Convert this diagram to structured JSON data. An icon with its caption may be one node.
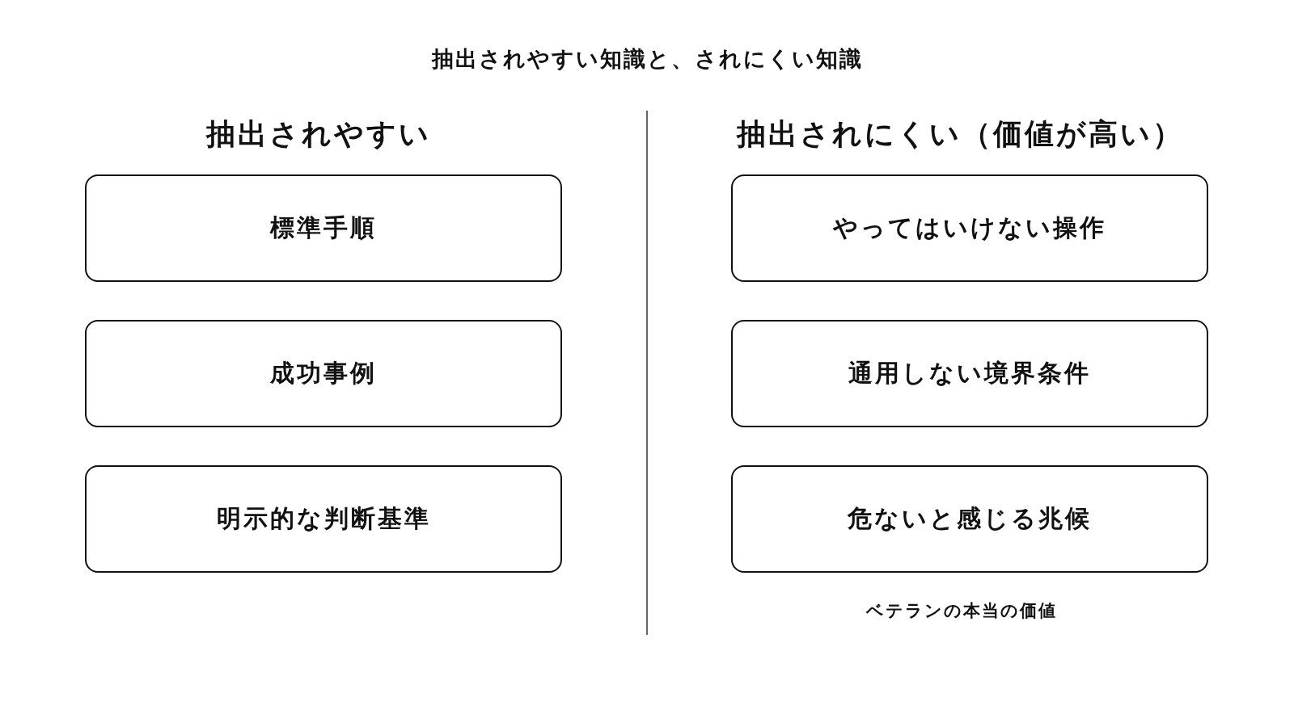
{
  "diagram": {
    "title": "抽出されやすい知識と、されにくい知識",
    "nodes": [
      {
        "text": [
          "標準手順"
        ]
      },
      {
        "text": [
          "成功事例"
        ]
      },
      {
        "text": [
          "明示的な判断基準"
        ]
      },
      {
        "text": [
          "やってはいけない操作"
        ]
      },
      {
        "text": [
          "通用しない境界条件"
        ]
      },
      {
        "text": [
          "危ないと感じる兆候"
        ]
      }
    ],
    "labels": [
      "抽出されやすい",
      "抽出されにくい（価値が高い）",
      "ベテランの本当の価値"
    ]
  }
}
